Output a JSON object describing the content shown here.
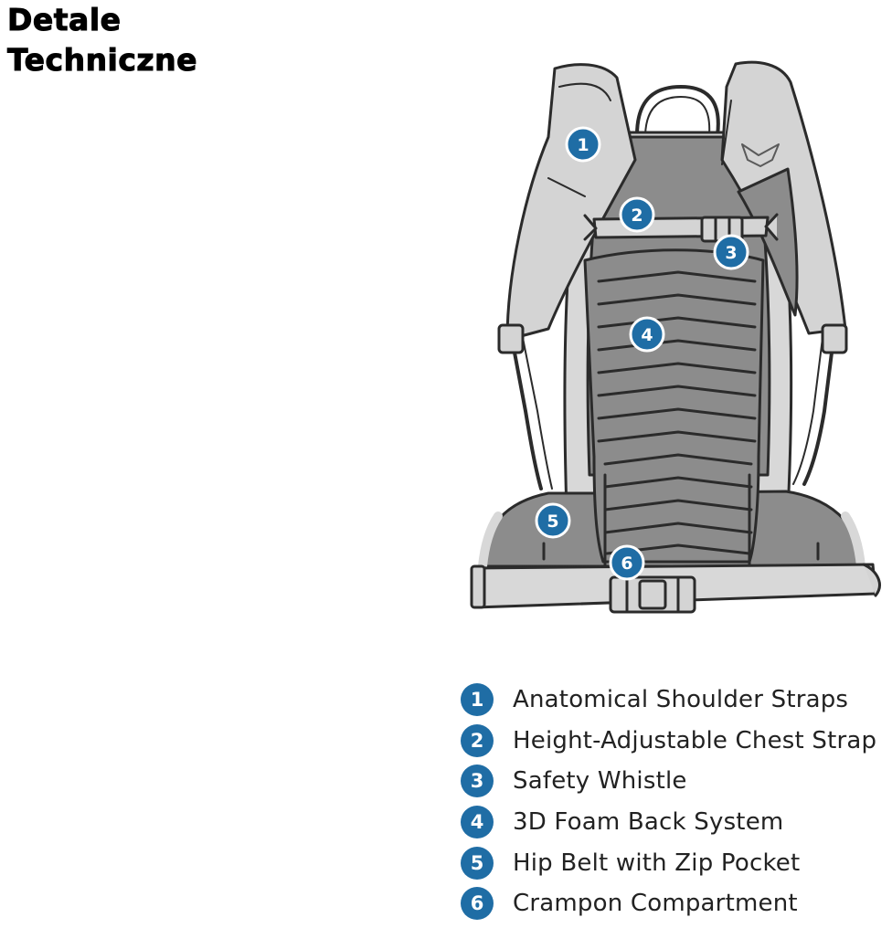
{
  "title": {
    "line1": "Detale",
    "line2": "Techniczne"
  },
  "colors": {
    "badge": "#1f6da5",
    "pack_dark": "#8c8c8c",
    "pack_light": "#d4d4d4",
    "outline": "#2b2b2b"
  },
  "diagram": {
    "icon": "backpack-back-view-illustration",
    "markers": [
      "1",
      "2",
      "3",
      "4",
      "5",
      "6"
    ]
  },
  "legend": [
    {
      "number": "1",
      "label": "Anatomical Shoulder Straps"
    },
    {
      "number": "2",
      "label": "Height-Adjustable Chest Strap"
    },
    {
      "number": "3",
      "label": "Safety Whistle"
    },
    {
      "number": "4",
      "label": "3D Foam Back System"
    },
    {
      "number": "5",
      "label": "Hip Belt with Zip Pocket"
    },
    {
      "number": "6",
      "label": "Crampon Compartment"
    }
  ]
}
